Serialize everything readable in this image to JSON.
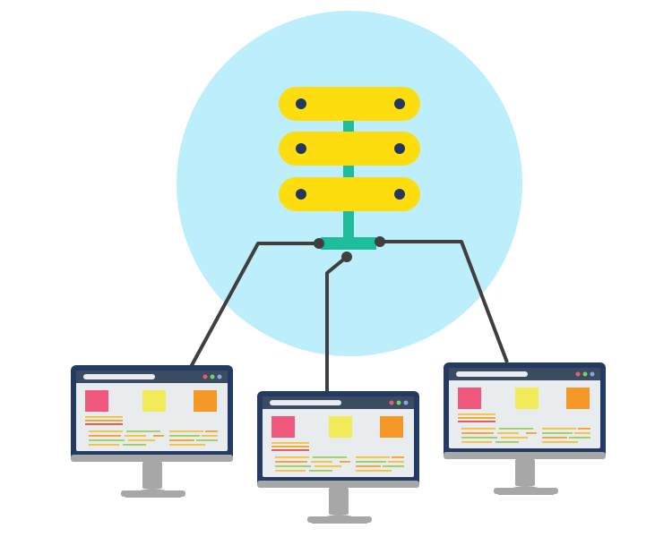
{
  "colors": {
    "background": "#ffffff",
    "circle": "#bdeefb",
    "server_rack": "#fedd0e",
    "server_dot": "#24385b",
    "hub": "#1fbc9c",
    "cable": "#3f3f3f",
    "monitor_frame": "#243a65",
    "monitor_screen": "#e9ecef",
    "monitor_topbar": "#3a4c62",
    "monitor_stand": "#a7a7a7",
    "tile_pink": "#f0577c",
    "tile_yellow": "#f1ea59",
    "tile_orange": "#f59727",
    "line_yellow": "#f3c23a",
    "line_green": "#9ccf5a",
    "line_orange": "#f5a02c",
    "line_red": "#e34d46",
    "dot_red": "#f25c5c",
    "dot_green": "#7ccf62",
    "dot_blue": "#8ba3e0"
  },
  "icons": {
    "server": "server-stack-icon",
    "monitor": "desktop-monitor-icon"
  },
  "monitors": [
    {
      "id": "left"
    },
    {
      "id": "center"
    },
    {
      "id": "right"
    }
  ]
}
